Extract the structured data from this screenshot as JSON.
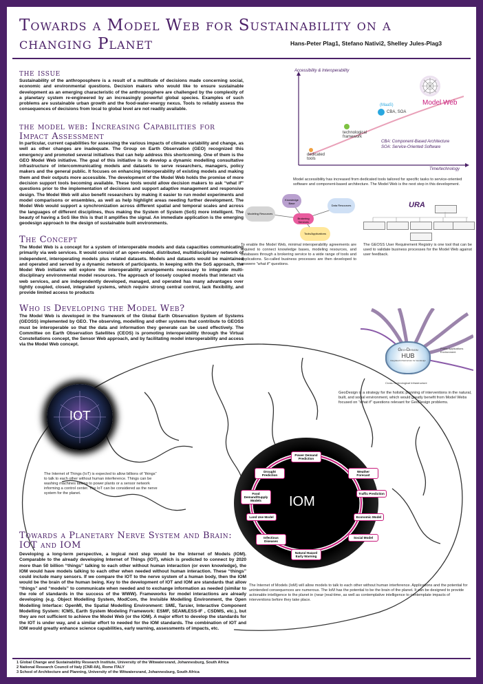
{
  "title": "Towards a Model Web for Sustainability on a changing Planet",
  "authors": "Hans-Peter Plag1, Stefano Nativi2, Shelley Jules-Plag3",
  "issue": {
    "heading": "the issue",
    "body": "Sustainability of the anthroposphere is a result of a multitude of decisions made concerning social, economic and environmental questions. Decision makers who would like to ensure sustainable development as an emerging characteristic of the anthroposphere are challenged by the complexity of a planetary system re-engineered by an increasingly powerful global species. Examples of such problems are sustainable urban growth and the food-water-energy nexus. Tools to reliably assess the consequences of decisions from local to global level are not readily available."
  },
  "modelweb": {
    "heading": "the model web: Increasing Capabilities for Impact Assessment",
    "body": "In particular, current capabilities for assessing the various impacts of climate variability and change, as well as other changes are inadequate. The Group on Earth Observation (GEO) recognized this emergency and promoted several initiatives that can help address this shortcoming. One of them is the GEO Model Web initiative. The goal of this initiative is to develop a dynamic modelling consultative infrastructure of intercommunicating models and datasets to serve researchers, managers, policy makers and the general public. It focuses on enhancing interoperability of existing models and making them and their outputs more accessible. The development of the Model Web holds the promise of more decision support tools becoming available. These tools would allow decision makers to ask “what if” questions prior to the implementation of decisions and support adaptive management and responsive design. The Model Web will also benefit researchers by making it easier to run model experiments and model comparisons or ensembles, as well as help highlight areas needing further development. The Model Web would support a synchronization across different spatial and temporal scales and across the languages of different disciplines, thus making the System of System (SoS) more intelligent. The beauty of having a SoS like this is that it amplifies the signal. An immediate application is the emerging geodesign approach to the design of sustainable built environments."
  },
  "concept": {
    "heading": "The Concept",
    "body": "The Model Web is a concept for a system of interoperable models and data capacities communicating primarily via web services. It would consist of an open-ended, distributed, multidisciplinary network of independent, interoperating models plus related datasets. Models and datasets would be maintained and operated and served by a dynamic network of participants. In keeping with the SoS approach, the Model Web initiative will explore the interoperability arrangements necessary to integrate multi-disciplinary environmental model resources. The approach of loosely coupled models that interact via web services, and are independently developed, managed, and operated has many advantages over tightly coupled, closed, integrated systems, which require strong central control, lack flexibility, and provide limited access to products"
  },
  "who": {
    "heading": "Who is Developing the Model Web?",
    "body": "The Model Web is developed in the framework of the Global Earth Observation System of Systems (GEOSS) implemented by GEO. The observing, modelling and other systems that contribute to GEOSS must be interoperable so that the data and information they generate can be used effectively. The Committee on Earth Observation Satellites (CEOS) is promoting interoperability through the Virtual Constellations concept, the Sensor Web approach, and by facilitating model interoperability and access via the Model Web concept."
  },
  "nerve": {
    "heading": "Towards a Planetary Nerve System and Brain: IOT and IOM",
    "body": "Developing a long-term perspective, a logical next step would be the Internet of Models (IOM). Comparable to the already developing Internet of Things (IOT), which is predicted to connect by 2020 more than 50 billion “things” talking to each other without human interaction (or even knowledge), the IOM would have models talking to each other when needed without human interaction. These “things” could include many sensors. If we compare the IOT to the nerve system of a human body, then the IOM would be the brain of the human being. Key to the development of IOT and IOM are standards that allow “things” and “models” to communicate when needed and to exchange information as needed (similar to the role of standards in the success of the WWW). Frameworks for model interactions are already developing (e.g. Object Modelling System, ModCom, the Invisible Modelling Environment, the Open Modelling Interface: OpenMI, the Spatial Modelling Environment: SME, Tarsier, Interactive Component Modelling System: ICMS, Earth System Modeling Framework: ESMF, SEAMLESS-IF , CSDMS, etc.), but they are not sufficient to achieve the Model Web (or the IOM). A major effort to develop the standards for the IOT is under way, and a similar effort to needed for the IOM standards. The combination of IOT and IOM would greatly enhance science capabilities, early warning, assessments of impacts, etc."
  },
  "fig_access": {
    "ylabel": "Accessibility & Interoperability",
    "xlabel": "Time/technology",
    "stage1": "dedicated tools",
    "stage2": "technological framework",
    "stage3": "CBA, SOA",
    "stage3_label": "(MaaS)",
    "model_web": "Model Web",
    "legend1": "CBA: Component-Based Architecture",
    "legend2": "SOA: Service-Oriented Software",
    "caption": "Model accessibility has increased from dedicated tools tailored for specific tasks to service-oriented software and component-based architecture. The Model Web is the next step in this development."
  },
  "fig_broker": {
    "clouds": [
      "Knowledge Base",
      "Data Resources",
      "Modeling Resources",
      "Brokering Services",
      "Tools/Applications"
    ],
    "caption": "To enable the Model Web, minimal interoperability agreements are required to connect knowledge bases, modeling resources, and databases through a brokering service to a wide range of tools and applications. So-called business processes are then developed to answere “what if” questions."
  },
  "fig_ura": {
    "logo": "URA",
    "caption": "The GEOSS User Requirement Registry is one tool that can be used to validate business processes for the Model Web against user feedback."
  },
  "fig_geodesign": {
    "hub_title": "Geo-Design",
    "hub_main": "HUB",
    "hub_sub": "Integrated Infrastructure for Geodesign",
    "lbl1": "Cross-Technological Infrastructure",
    "lbl2": "Public Applications Environment",
    "caption": "GeoDesign is a strategy for the holistic planning of interventions in the natural, built, and social environment, which would greatly benefit from Model Webs focused on “what if” questions relevant for GeoDesign problems."
  },
  "fig_iot": {
    "label": "IOT",
    "caption": "The Internet of Things (IoT) is expected to allow billions of “things” to talk to each other without human interference. Things can be washing machines talking to power plants or a sensor network informing a control center. The IoT can be considered as the nerve system for the planet."
  },
  "fig_iom": {
    "label": "IOM",
    "nodes": [
      "Power Demand Prediction",
      "Drought Prediction",
      "Weather Forecast",
      "Food Demand/Supply Models",
      "Traffic Prediction",
      "Land Use Model",
      "Economic Model",
      "Infectious Diseases",
      "Social Model",
      "Natural Hazard Early Warning"
    ],
    "caption": "The Internet of Models (IoM) will allow models to talk to each other without human interference. Applications and the potential for unintended consequences are numerous. The IoM has the potential to be the brain of the planet. It can be designed to provide actionable intelligence to the planet in (near-)real-time, as well as contemplative intelligence to contemplate impacts of interventions before they take place."
  },
  "footnotes": [
    "1 Global Change and Sustainability Research Institute, University of the Witwatersrand, Johannesburg, South Africa",
    "2 National Research Council of Italy (CNR-IIA), Rome ITALY",
    "3 School of Architecture and Planning, University of the Witwatersrand, Johannesburg, South Africa"
  ],
  "colors": {
    "frame": "#4b2067",
    "accent": "#c7197a",
    "heading": "#4b2067"
  }
}
